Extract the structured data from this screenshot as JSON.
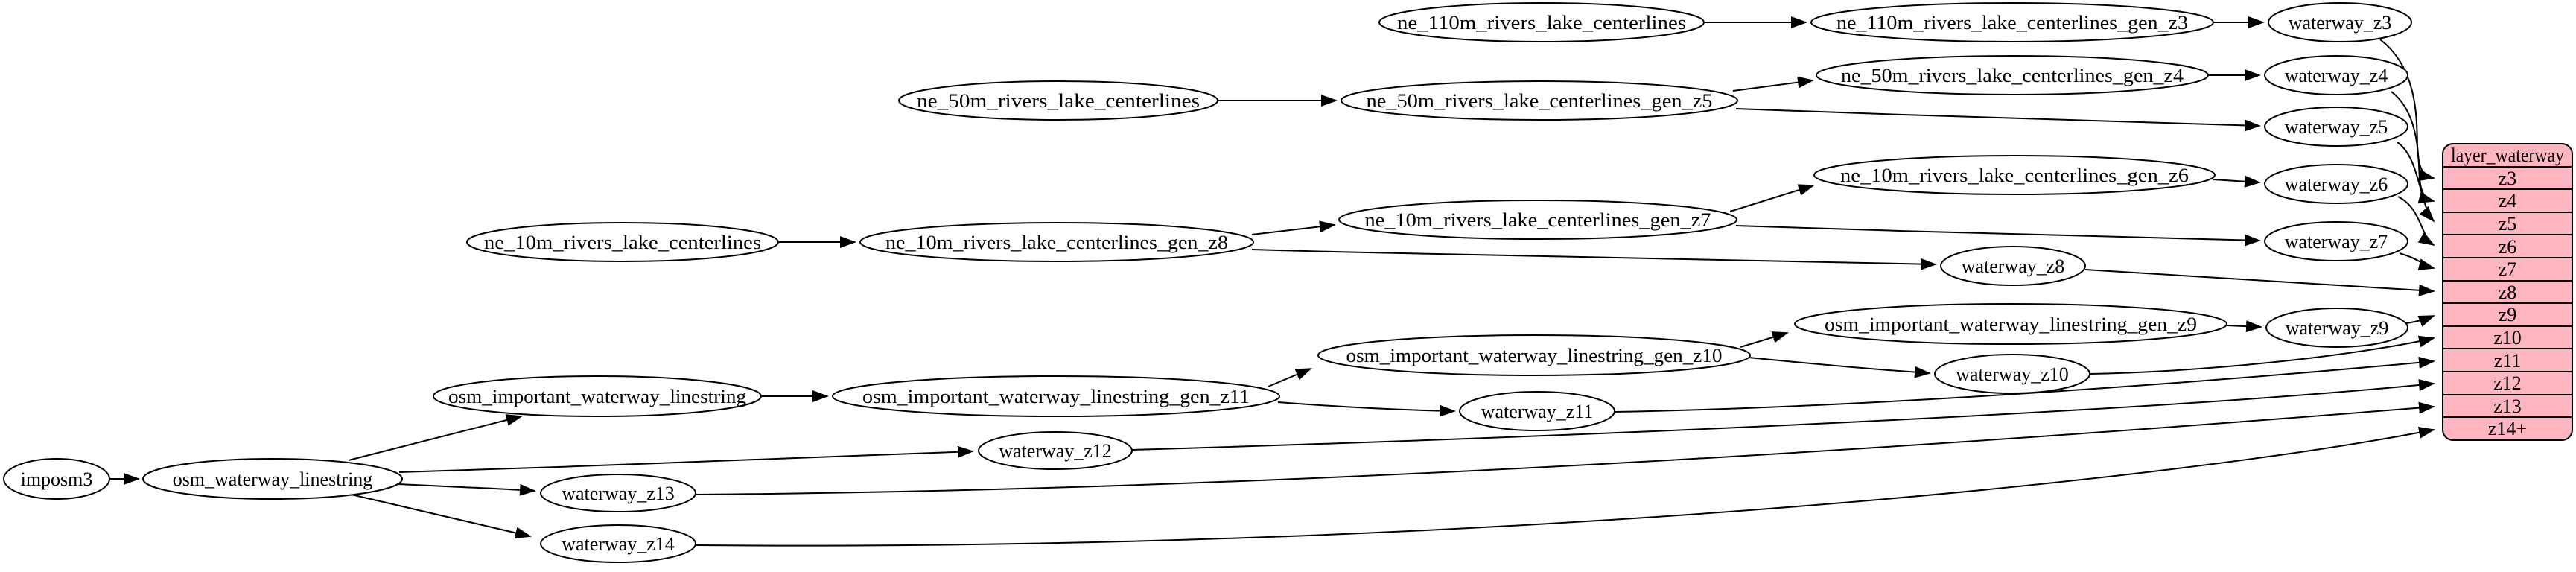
{
  "diagram": {
    "kind": "dependency-graph",
    "background": "#ffffff",
    "edge_color": "#000000",
    "node_fill": "#ffffff",
    "node_stroke": "#000000"
  },
  "nodes": {
    "imposm3": {
      "label": "imposm3"
    },
    "osm_waterway_linestring": {
      "label": "osm_waterway_linestring"
    },
    "osm_important_waterway_linestring": {
      "label": "osm_important_waterway_linestring"
    },
    "osm_important_waterway_linestring_gen_z11": {
      "label": "osm_important_waterway_linestring_gen_z11"
    },
    "osm_important_waterway_linestring_gen_z10": {
      "label": "osm_important_waterway_linestring_gen_z10"
    },
    "osm_important_waterway_linestring_gen_z9": {
      "label": "osm_important_waterway_linestring_gen_z9"
    },
    "ne_110m_rivers_lake_centerlines": {
      "label": "ne_110m_rivers_lake_centerlines"
    },
    "ne_110m_rivers_lake_centerlines_gen_z3": {
      "label": "ne_110m_rivers_lake_centerlines_gen_z3"
    },
    "ne_50m_rivers_lake_centerlines": {
      "label": "ne_50m_rivers_lake_centerlines"
    },
    "ne_50m_rivers_lake_centerlines_gen_z5": {
      "label": "ne_50m_rivers_lake_centerlines_gen_z5"
    },
    "ne_50m_rivers_lake_centerlines_gen_z4": {
      "label": "ne_50m_rivers_lake_centerlines_gen_z4"
    },
    "ne_10m_rivers_lake_centerlines": {
      "label": "ne_10m_rivers_lake_centerlines"
    },
    "ne_10m_rivers_lake_centerlines_gen_z8": {
      "label": "ne_10m_rivers_lake_centerlines_gen_z8"
    },
    "ne_10m_rivers_lake_centerlines_gen_z7": {
      "label": "ne_10m_rivers_lake_centerlines_gen_z7"
    },
    "ne_10m_rivers_lake_centerlines_gen_z6": {
      "label": "ne_10m_rivers_lake_centerlines_gen_z6"
    },
    "waterway_z3": {
      "label": "waterway_z3"
    },
    "waterway_z4": {
      "label": "waterway_z4"
    },
    "waterway_z5": {
      "label": "waterway_z5"
    },
    "waterway_z6": {
      "label": "waterway_z6"
    },
    "waterway_z7": {
      "label": "waterway_z7"
    },
    "waterway_z8": {
      "label": "waterway_z8"
    },
    "waterway_z9": {
      "label": "waterway_z9"
    },
    "waterway_z10": {
      "label": "waterway_z10"
    },
    "waterway_z11": {
      "label": "waterway_z11"
    },
    "waterway_z12": {
      "label": "waterway_z12"
    },
    "waterway_z13": {
      "label": "waterway_z13"
    },
    "waterway_z14": {
      "label": "waterway_z14"
    }
  },
  "record": {
    "title": "layer_waterway",
    "rows": [
      "z3",
      "z4",
      "z5",
      "z6",
      "z7",
      "z8",
      "z9",
      "z10",
      "z11",
      "z12",
      "z13",
      "z14+"
    ],
    "fill": "#FFB6C1",
    "stroke": "#000000"
  },
  "edges": [
    {
      "from": "imposm3",
      "to": "osm_waterway_linestring"
    },
    {
      "from": "osm_waterway_linestring",
      "to": "osm_important_waterway_linestring"
    },
    {
      "from": "osm_waterway_linestring",
      "to": "waterway_z12"
    },
    {
      "from": "osm_waterway_linestring",
      "to": "waterway_z13"
    },
    {
      "from": "osm_waterway_linestring",
      "to": "waterway_z14"
    },
    {
      "from": "osm_important_waterway_linestring",
      "to": "osm_important_waterway_linestring_gen_z11"
    },
    {
      "from": "osm_important_waterway_linestring_gen_z11",
      "to": "osm_important_waterway_linestring_gen_z10"
    },
    {
      "from": "osm_important_waterway_linestring_gen_z11",
      "to": "waterway_z11"
    },
    {
      "from": "osm_important_waterway_linestring_gen_z10",
      "to": "osm_important_waterway_linestring_gen_z9"
    },
    {
      "from": "osm_important_waterway_linestring_gen_z10",
      "to": "waterway_z10"
    },
    {
      "from": "osm_important_waterway_linestring_gen_z9",
      "to": "waterway_z9"
    },
    {
      "from": "ne_110m_rivers_lake_centerlines",
      "to": "ne_110m_rivers_lake_centerlines_gen_z3"
    },
    {
      "from": "ne_110m_rivers_lake_centerlines_gen_z3",
      "to": "waterway_z3"
    },
    {
      "from": "ne_50m_rivers_lake_centerlines",
      "to": "ne_50m_rivers_lake_centerlines_gen_z5"
    },
    {
      "from": "ne_50m_rivers_lake_centerlines_gen_z5",
      "to": "ne_50m_rivers_lake_centerlines_gen_z4"
    },
    {
      "from": "ne_50m_rivers_lake_centerlines_gen_z5",
      "to": "waterway_z5"
    },
    {
      "from": "ne_50m_rivers_lake_centerlines_gen_z4",
      "to": "waterway_z4"
    },
    {
      "from": "ne_10m_rivers_lake_centerlines",
      "to": "ne_10m_rivers_lake_centerlines_gen_z8"
    },
    {
      "from": "ne_10m_rivers_lake_centerlines_gen_z8",
      "to": "ne_10m_rivers_lake_centerlines_gen_z7"
    },
    {
      "from": "ne_10m_rivers_lake_centerlines_gen_z8",
      "to": "waterway_z8"
    },
    {
      "from": "ne_10m_rivers_lake_centerlines_gen_z7",
      "to": "ne_10m_rivers_lake_centerlines_gen_z6"
    },
    {
      "from": "ne_10m_rivers_lake_centerlines_gen_z7",
      "to": "waterway_z7"
    },
    {
      "from": "ne_10m_rivers_lake_centerlines_gen_z6",
      "to": "waterway_z6"
    },
    {
      "from": "waterway_z3",
      "to": "layer_waterway:z3"
    },
    {
      "from": "waterway_z4",
      "to": "layer_waterway:z4"
    },
    {
      "from": "waterway_z5",
      "to": "layer_waterway:z5"
    },
    {
      "from": "waterway_z6",
      "to": "layer_waterway:z6"
    },
    {
      "from": "waterway_z7",
      "to": "layer_waterway:z7"
    },
    {
      "from": "waterway_z8",
      "to": "layer_waterway:z8"
    },
    {
      "from": "waterway_z9",
      "to": "layer_waterway:z9"
    },
    {
      "from": "waterway_z10",
      "to": "layer_waterway:z10"
    },
    {
      "from": "waterway_z11",
      "to": "layer_waterway:z11"
    },
    {
      "from": "waterway_z12",
      "to": "layer_waterway:z12"
    },
    {
      "from": "waterway_z13",
      "to": "layer_waterway:z13"
    },
    {
      "from": "waterway_z14",
      "to": "layer_waterway:z14+"
    }
  ]
}
